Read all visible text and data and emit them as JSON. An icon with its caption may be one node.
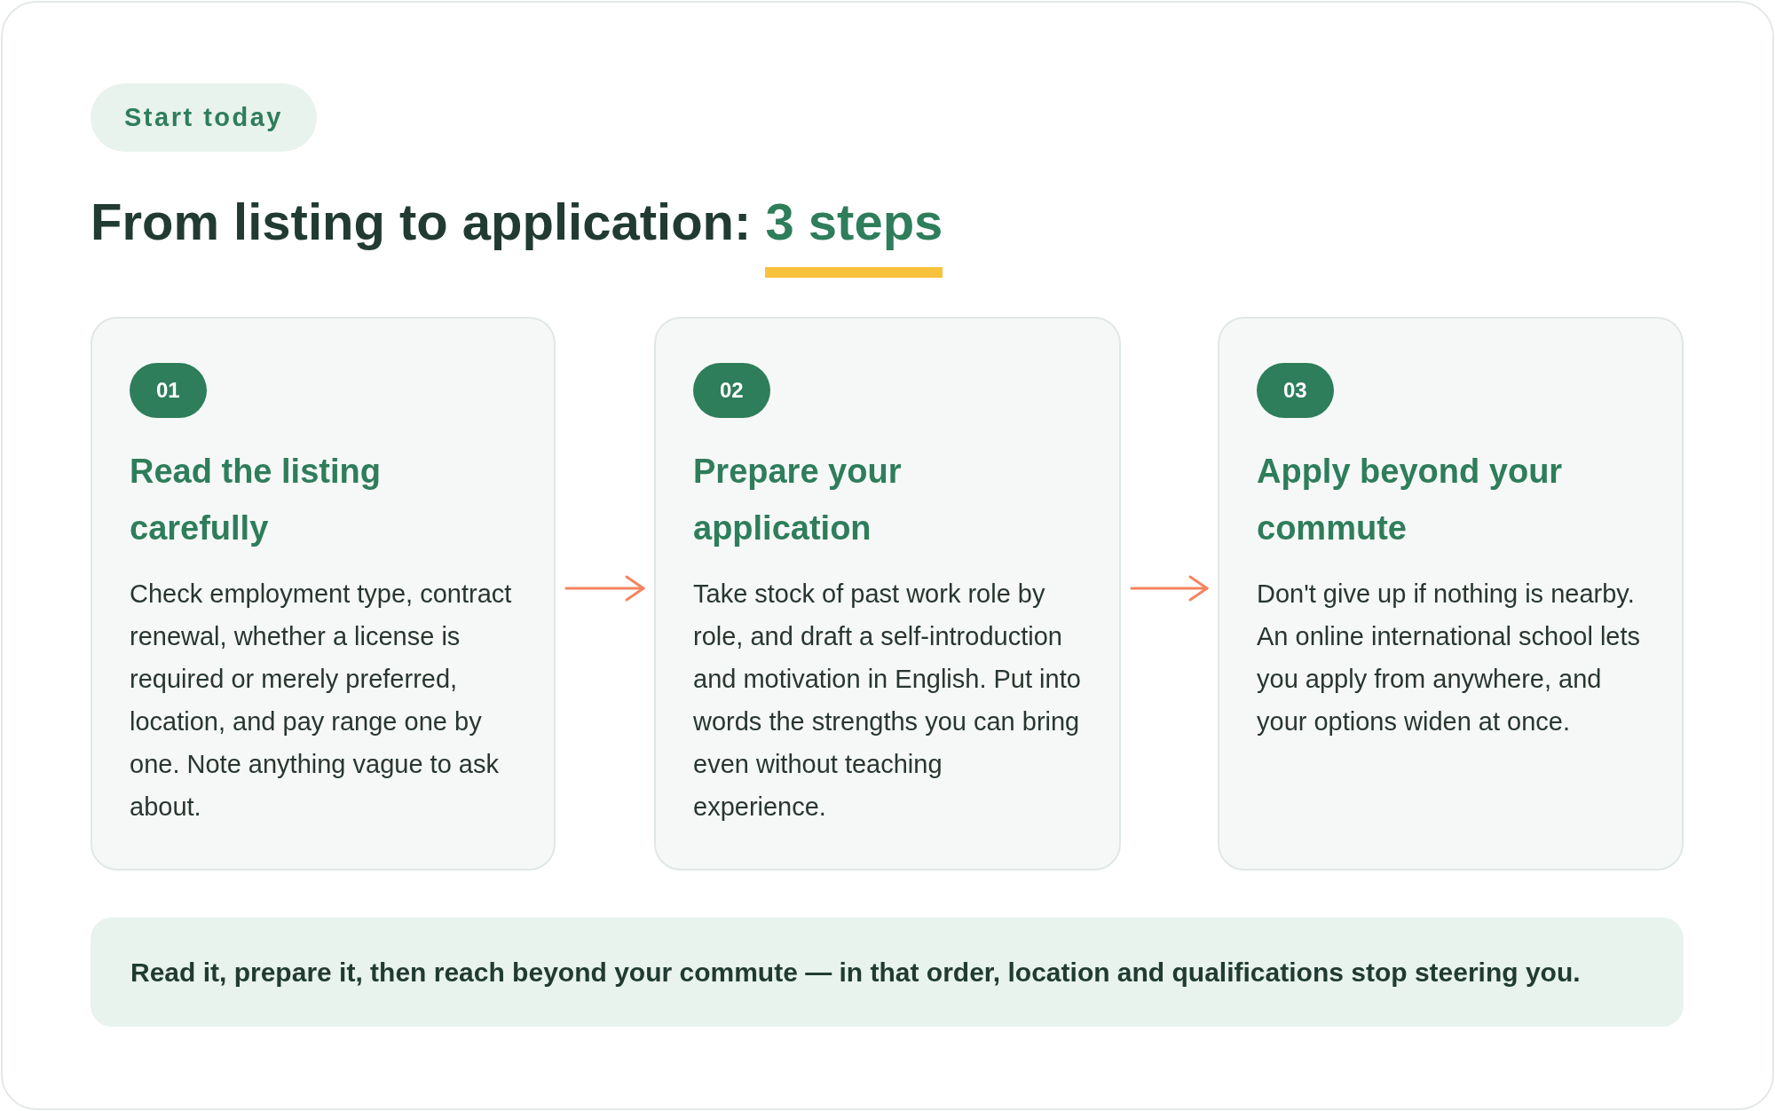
{
  "diagram": {
    "title": "From listing to application: **3 steps**",
    "nodes": [
      {
        "text": [
          "Start today"
        ]
      },
      {
        "text": [
          "Read the listing carefully",
          "Check employment type, contract renewal, whether a license is required or merely preferred, location, and pay range one by one. Note anything vague to ask about."
        ]
      },
      {
        "text": [
          "01"
        ],
        "in": 1
      },
      {
        "text": [
          "Prepare your application",
          "Take stock of past work role by role, and draft a self-introduction and motivation in English. Put into words the strengths you can bring even without teaching experience."
        ]
      },
      {
        "text": [
          "02"
        ],
        "in": 3
      },
      {
        "text": [
          "Apply beyond your commute",
          "Don't give up if nothing is nearby. An online international school lets you apply from anywhere, and your options widen at once."
        ]
      },
      {
        "text": [
          "03"
        ],
        "in": 5
      },
      {
        "text": [
          "Read it, prepare it, then reach beyond your commute — in that order, location and qualifications stop steering you."
        ]
      }
    ],
    "edges": [
      {
        "from": 1,
        "to": 3,
        "arrow": "to"
      },
      {
        "from": 3,
        "to": 5,
        "arrow": "to"
      }
    ]
  }
}
